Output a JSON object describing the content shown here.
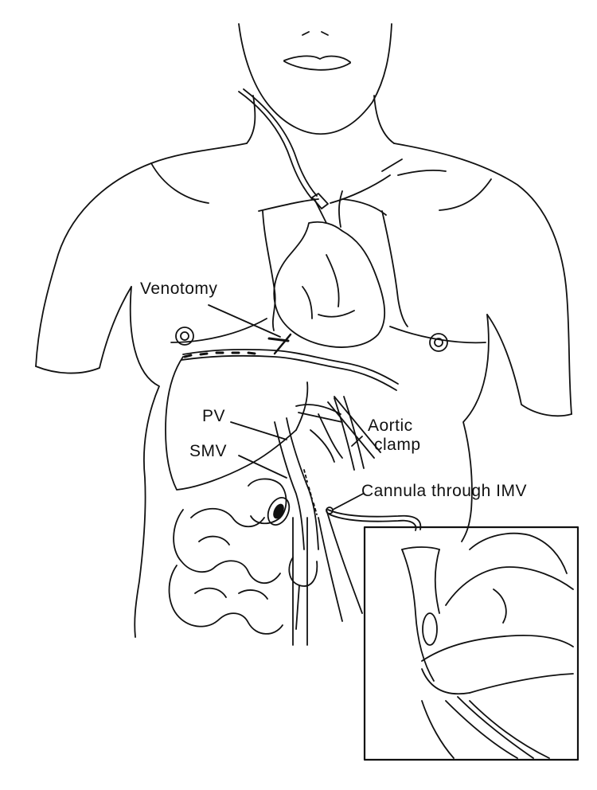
{
  "labels": {
    "venotomy": "Venotomy",
    "pv": "PV",
    "smv": "SMV",
    "aortic_line1": "Aortic",
    "aortic_line2": "clamp",
    "cannula": "Cannula through IMV"
  },
  "colors": {
    "ink": "#111111",
    "paper": "#ffffff"
  }
}
